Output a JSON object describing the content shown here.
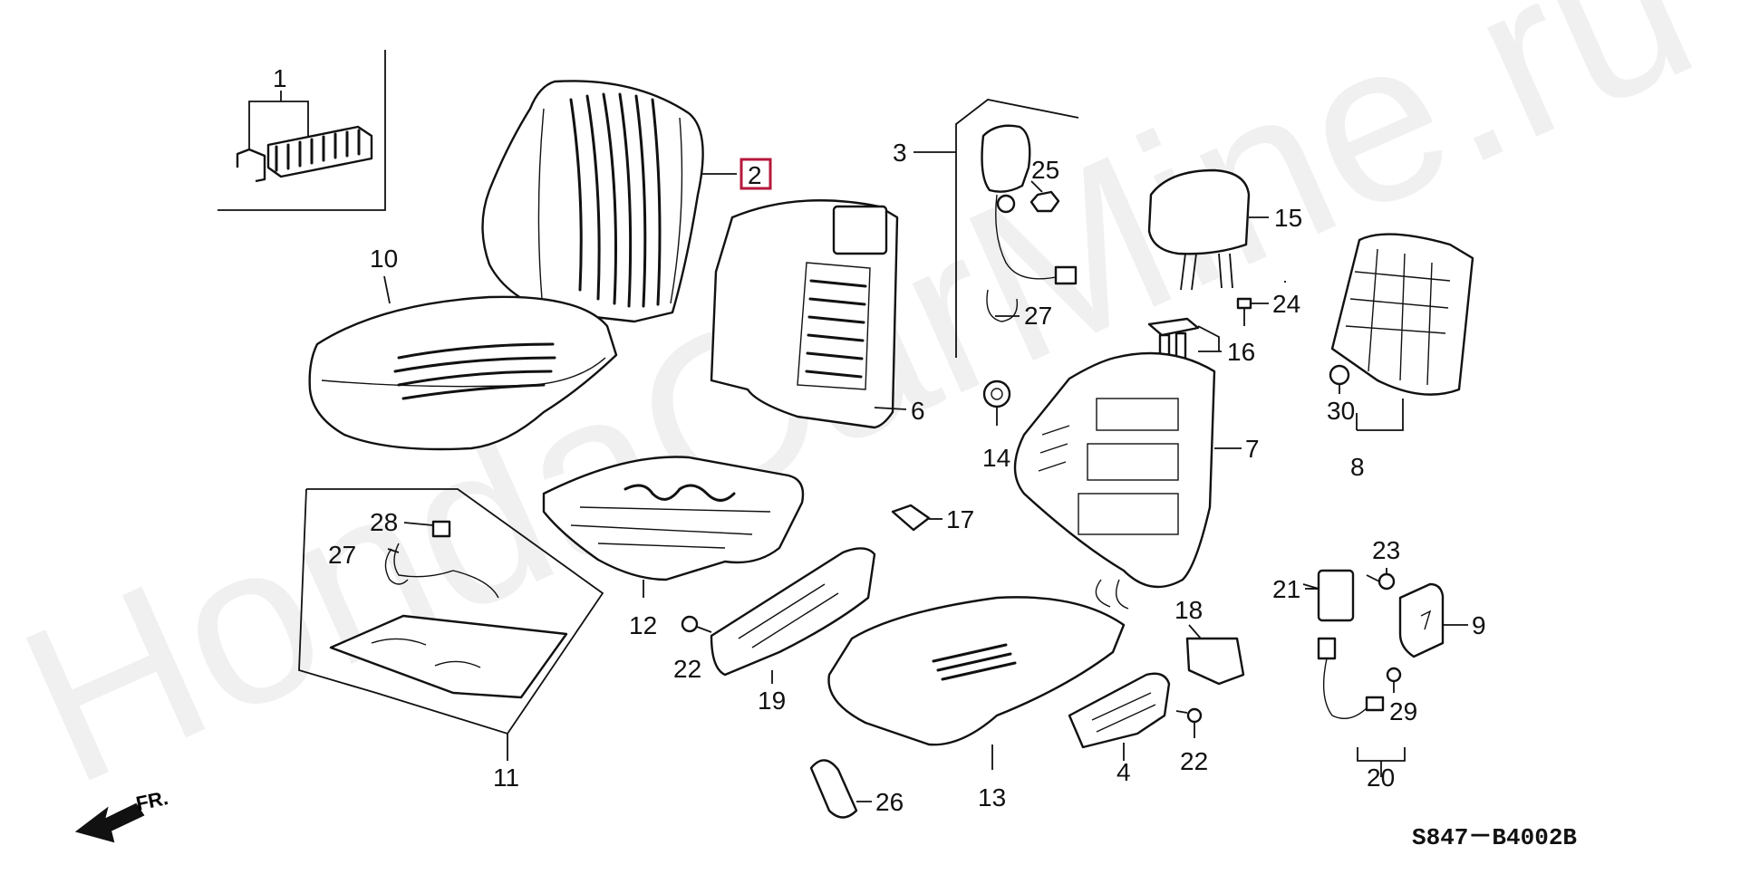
{
  "diagram": {
    "watermark": "HondaCarMine.ru",
    "code": "S847－B4002B",
    "fr_label": "FR.",
    "highlighted_callout": "2",
    "callouts": [
      {
        "id": "1",
        "text": "1"
      },
      {
        "id": "2",
        "text": "2"
      },
      {
        "id": "3",
        "text": "3"
      },
      {
        "id": "4",
        "text": "4"
      },
      {
        "id": "6",
        "text": "6"
      },
      {
        "id": "7",
        "text": "7"
      },
      {
        "id": "8",
        "text": "8"
      },
      {
        "id": "9",
        "text": "9"
      },
      {
        "id": "10",
        "text": "10"
      },
      {
        "id": "11",
        "text": "11"
      },
      {
        "id": "12",
        "text": "12"
      },
      {
        "id": "13",
        "text": "13"
      },
      {
        "id": "14",
        "text": "14"
      },
      {
        "id": "15",
        "text": "15"
      },
      {
        "id": "16",
        "text": "16"
      },
      {
        "id": "17",
        "text": "17"
      },
      {
        "id": "18",
        "text": "18"
      },
      {
        "id": "19",
        "text": "19"
      },
      {
        "id": "20",
        "text": "20"
      },
      {
        "id": "21",
        "text": "21"
      },
      {
        "id": "22a",
        "text": "22"
      },
      {
        "id": "22b",
        "text": "22"
      },
      {
        "id": "23",
        "text": "23"
      },
      {
        "id": "24",
        "text": "24"
      },
      {
        "id": "25",
        "text": "25"
      },
      {
        "id": "26",
        "text": "26"
      },
      {
        "id": "27a",
        "text": "27"
      },
      {
        "id": "27b",
        "text": "27"
      },
      {
        "id": "28",
        "text": "28"
      },
      {
        "id": "29",
        "text": "29"
      },
      {
        "id": "30",
        "text": "30"
      }
    ]
  },
  "colors": {
    "highlight": "#b5193b",
    "ink": "#111111"
  }
}
